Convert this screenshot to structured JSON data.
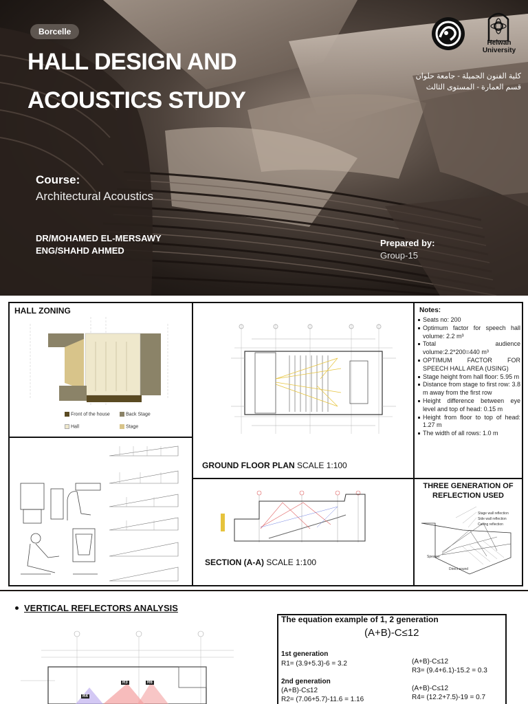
{
  "hero": {
    "badge": "Borcelle",
    "title": "HALL DESIGN AND ACOUSTICS STUDY",
    "course_heading": "Course:",
    "course_value": "Architectural Acoustics",
    "instructor_1": "DR/MOHAMED EL-MERSAWY",
    "instructor_2": "ENG/SHAHD AHMED",
    "prepared_heading": "Prepared by:",
    "prepared_value": "Group-15",
    "arabic_line_1": "كلية الفنون الجميلة - جامعة حلوان",
    "arabic_line_2": "قسم العمارة - المستوى الثالث",
    "university": "Helwan University"
  },
  "zoning": {
    "title": "HALL ZONING",
    "legend": [
      {
        "label": "Front of the house",
        "color": "#5a4a22"
      },
      {
        "label": "Back Stage",
        "color": "#8b8368"
      },
      {
        "label": "Hall",
        "color": "#efe8cc"
      },
      {
        "label": "Stage",
        "color": "#d8c48a"
      }
    ]
  },
  "plan": {
    "caption_bold": "GROUND FLOOR PLAN",
    "caption_scale": "SCALE 1:100"
  },
  "section": {
    "caption_bold": "SECTION (A-A)",
    "caption_scale": "SCALE 1:100"
  },
  "notes": {
    "heading": "Notes:",
    "items": [
      "Seats no: 200",
      "Optimum factor for speech hall volume: 2.2 m³",
      "Total audience volume:2.2*200=440 m³",
      "OPTIMUM FACTOR FOR SPEECH HALL AREA (USING)",
      "Stage height from hall floor: 5.95 m",
      "Distance from stage to first row: 3.8 m away from the first row",
      "Height difference between eye level and top of head: 0.15 m",
      "Height from floor to top of head: 1.27 m",
      "The width of all rows: 1.0 m"
    ]
  },
  "reflection": {
    "title": "THREE GENERATION OF REFLECTION USED",
    "labels": [
      "Stage wall reflection",
      "Side wall reflection",
      "Ceiling reflection",
      "Speaker",
      "Direct sound"
    ]
  },
  "bottom": {
    "section_title": "VERTICAL REFLECTORS ANALYSIS",
    "eq_title": "The equation example of 1, 2 generation",
    "eq_formula": "(A+B)-C≤12",
    "gen1_heading": "1st generation",
    "r1": "R1= (3.9+5.3)-6 = 3.2",
    "gen2_heading": "2nd generation",
    "gen2_formula": "(A+B)-C≤12",
    "r2": "R2= (7.06+5.7)-11.6 = 1.16",
    "r3_formula": "(A+B)-C≤12",
    "r3": "R3= (9.4+6.1)-15.2 = 0.3",
    "r4_formula": "(A+B)-C≤12",
    "r4": "R4= (12.2+7.5)-19 = 0.7"
  }
}
